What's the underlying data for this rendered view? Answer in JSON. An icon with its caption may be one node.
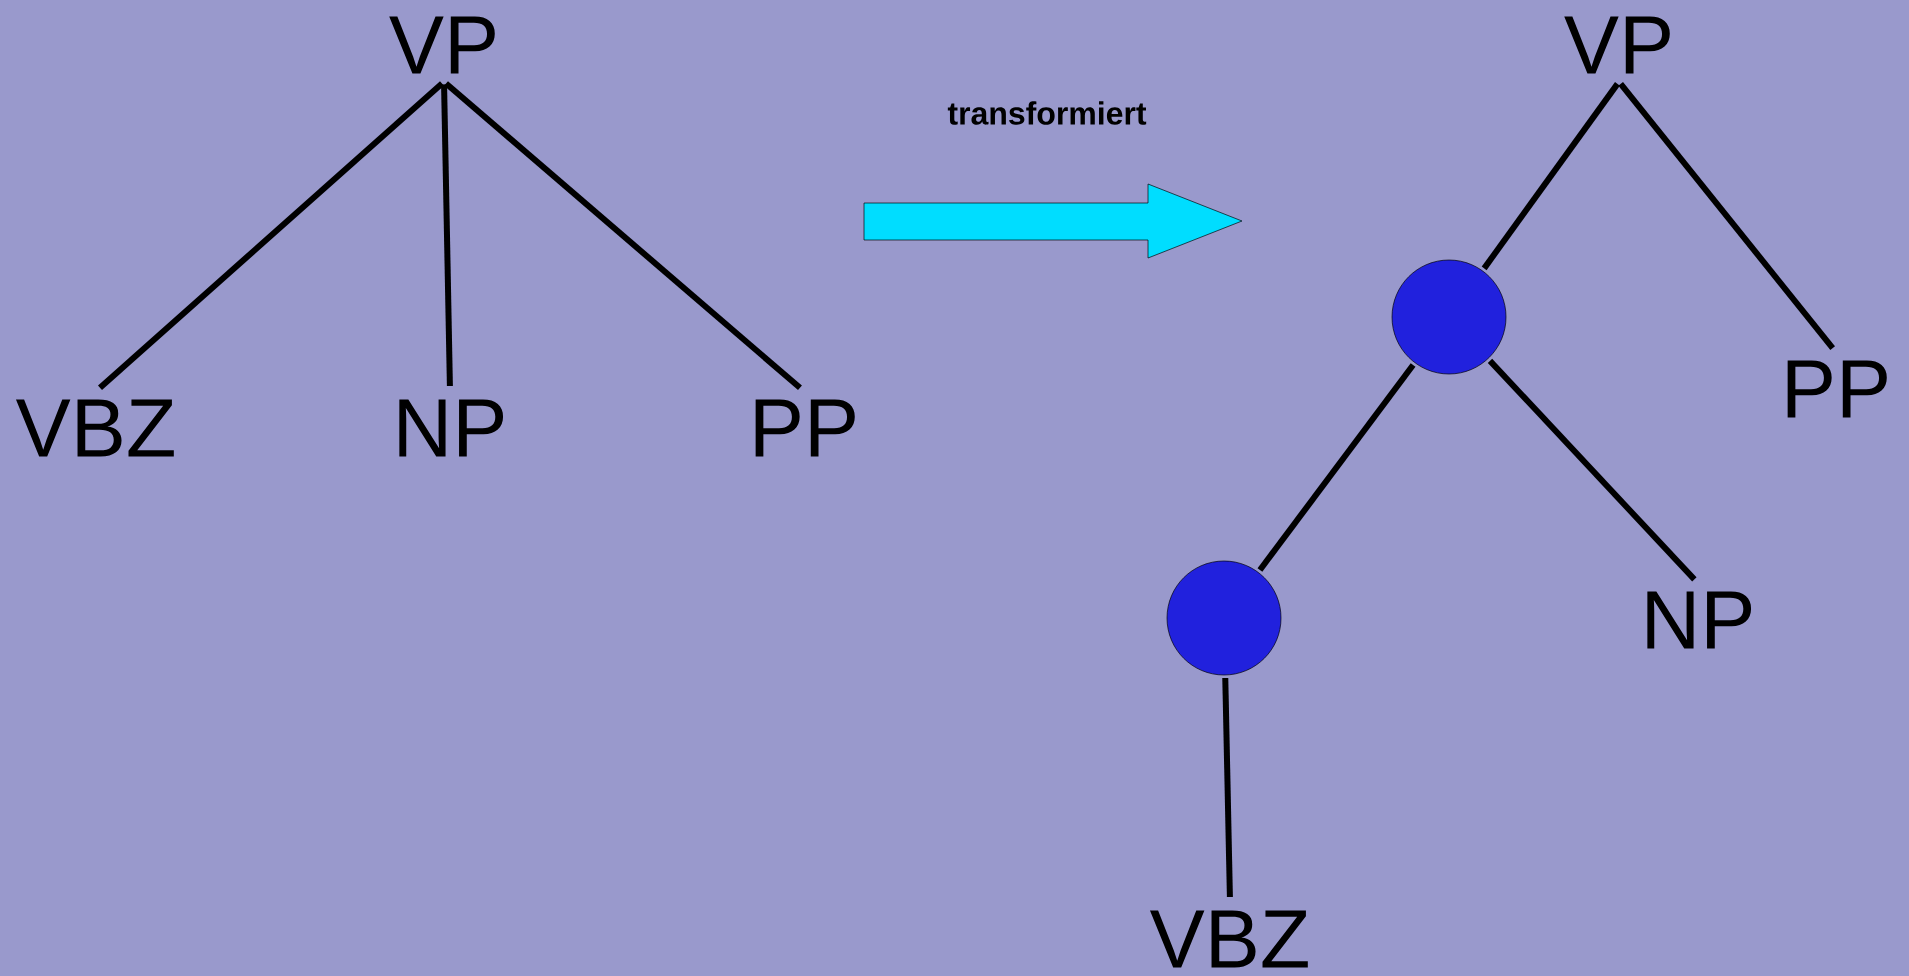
{
  "diagram": {
    "nodes": [
      {
        "text": [
          "VP"
        ]
      },
      {
        "text": [
          "VBZ"
        ]
      },
      {
        "text": [
          "NP"
        ]
      },
      {
        "text": [
          "PP"
        ]
      },
      {
        "text": [
          "VP"
        ]
      },
      {
        "text": [],
        "shape": "circle"
      },
      {
        "text": [
          "PP"
        ]
      },
      {
        "text": [],
        "shape": "circle"
      },
      {
        "text": [
          "NP"
        ]
      },
      {
        "text": [
          "VBZ"
        ]
      }
    ],
    "edges": [
      {
        "from": 0,
        "to": 1,
        "arrow": "none"
      },
      {
        "from": 0,
        "to": 2,
        "arrow": "none"
      },
      {
        "from": 0,
        "to": 3,
        "arrow": "none"
      },
      {
        "from": 4,
        "to": 5,
        "arrow": "none"
      },
      {
        "from": 4,
        "to": 6,
        "arrow": "none"
      },
      {
        "from": 5,
        "to": 7,
        "arrow": "none"
      },
      {
        "from": 5,
        "to": 8,
        "arrow": "none"
      },
      {
        "from": 7,
        "to": 9,
        "arrow": "none"
      }
    ],
    "labels": [
      "transformiert"
    ]
  }
}
